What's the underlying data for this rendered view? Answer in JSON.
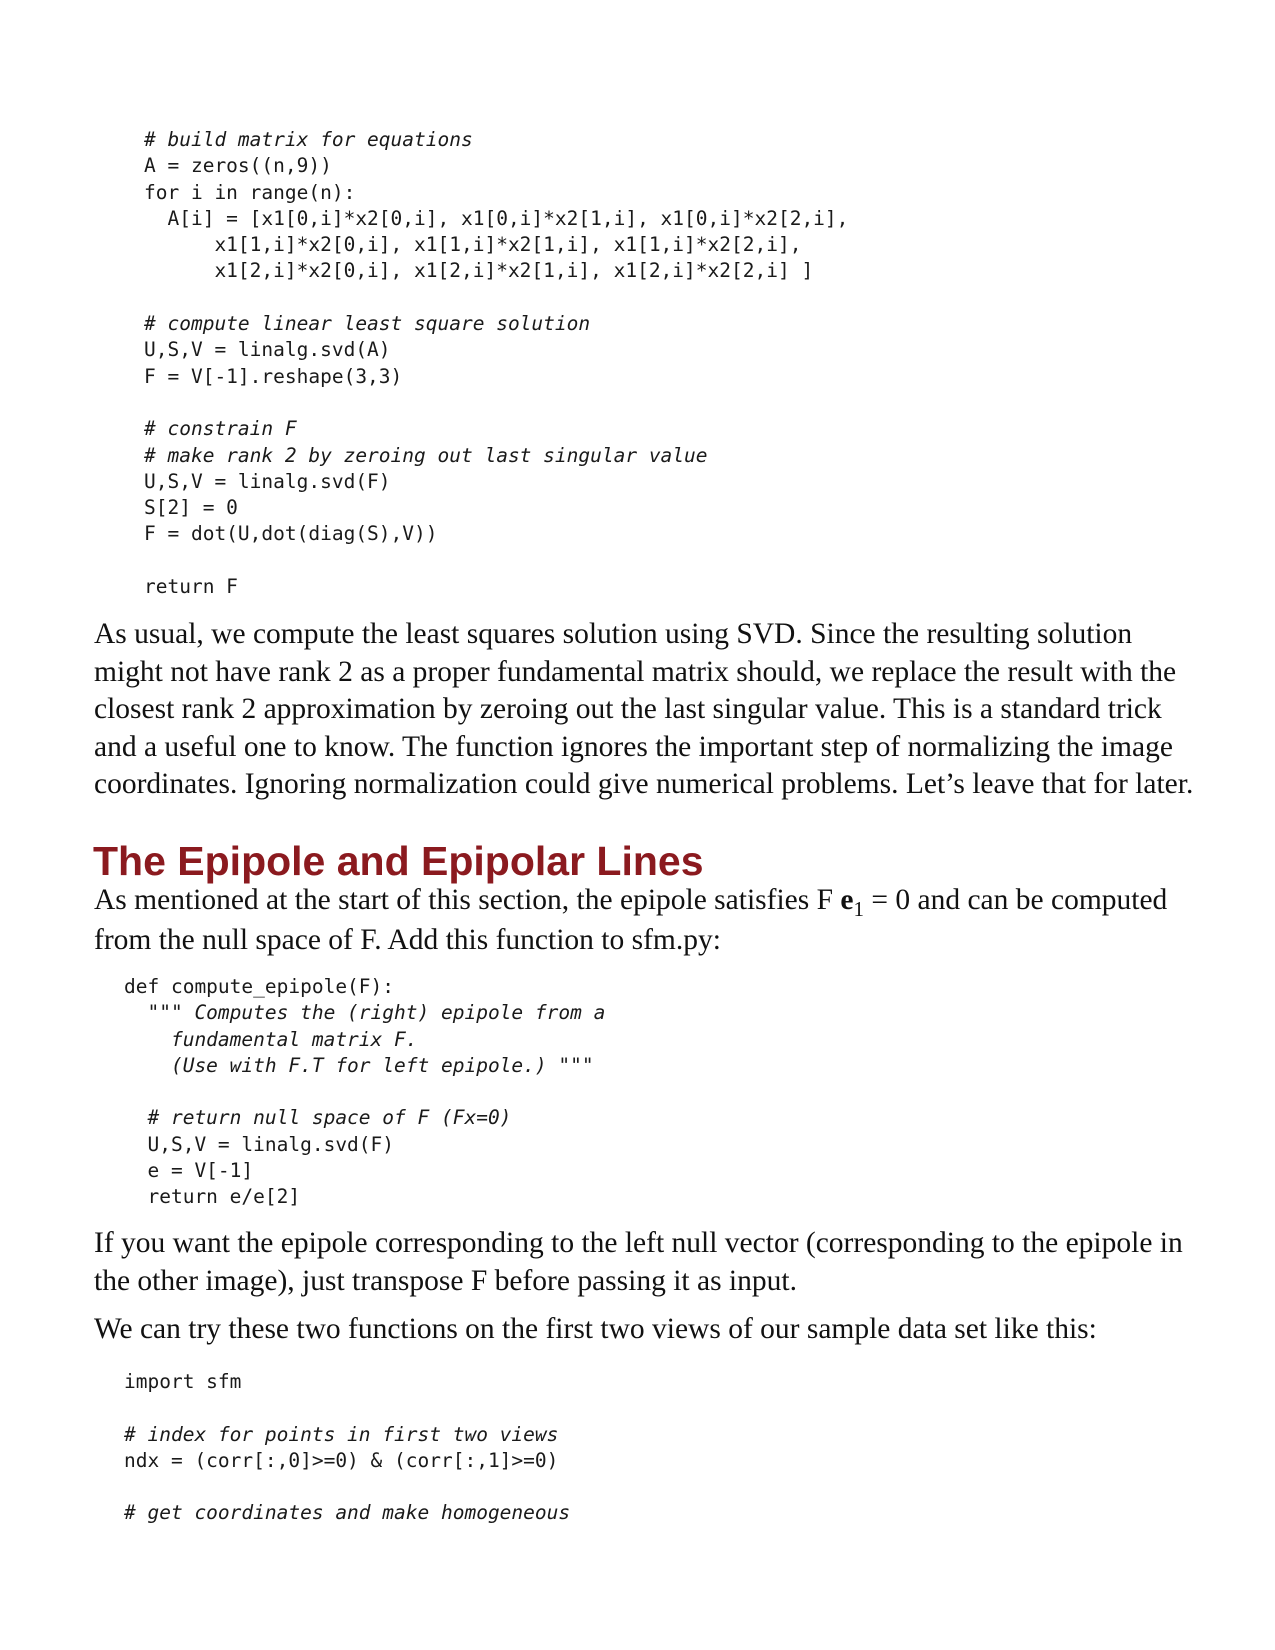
{
  "code_block_1": {
    "lines": [
      {
        "text": "# build matrix for equations",
        "comment": true
      },
      {
        "text": "A = zeros((n,9))",
        "comment": false
      },
      {
        "text": "for i in range(n):",
        "comment": false
      },
      {
        "text": "  A[i] = [x1[0,i]*x2[0,i], x1[0,i]*x2[1,i], x1[0,i]*x2[2,i],",
        "comment": false
      },
      {
        "text": "      x1[1,i]*x2[0,i], x1[1,i]*x2[1,i], x1[1,i]*x2[2,i],",
        "comment": false
      },
      {
        "text": "      x1[2,i]*x2[0,i], x1[2,i]*x2[1,i], x1[2,i]*x2[2,i] ]",
        "comment": false
      },
      {
        "text": "",
        "comment": false
      },
      {
        "text": "# compute linear least square solution",
        "comment": true
      },
      {
        "text": "U,S,V = linalg.svd(A)",
        "comment": false
      },
      {
        "text": "F = V[-1].reshape(3,3)",
        "comment": false
      },
      {
        "text": "",
        "comment": false
      },
      {
        "text": "# constrain F",
        "comment": true
      },
      {
        "text": "# make rank 2 by zeroing out last singular value",
        "comment": true
      },
      {
        "text": "U,S,V = linalg.svd(F)",
        "comment": false
      },
      {
        "text": "S[2] = 0",
        "comment": false
      },
      {
        "text": "F = dot(U,dot(diag(S),V))",
        "comment": false
      },
      {
        "text": "",
        "comment": false
      },
      {
        "text": "return F",
        "comment": false
      }
    ]
  },
  "paragraph_1": "As usual, we compute the least squares solution using SVD. Since the resulting solution might not have rank 2 as a proper fundamental matrix should, we replace the result with the closest rank 2 approximation by zeroing out the last singular value. This is a standard trick and a useful one to know. The function ignores the important step of normalizing the image coordinates. Ignoring normalization could give numerical problems. Let’s leave that for later.",
  "section_heading": "The Epipole and Epipolar Lines",
  "paragraph_2": {
    "part1": "As mentioned at the start of this section, the epipole satisfies F ",
    "math_bold": "e",
    "math_sub": "1",
    "part2": " = 0 and can be computed from the null space of F. Add this function to sfm.py:"
  },
  "code_block_2": {
    "lines": [
      {
        "text": "def compute_epipole(F):",
        "comment": false
      },
      {
        "text": "  \"\"\" Computes the (right) epipole from a",
        "comment": true
      },
      {
        "text": "    fundamental matrix F.",
        "comment": true
      },
      {
        "text": "    (Use with F.T for left epipole.) \"\"\"",
        "comment": true
      },
      {
        "text": "",
        "comment": false
      },
      {
        "text": "  # return null space of F (Fx=0)",
        "comment": true
      },
      {
        "text": "  U,S,V = linalg.svd(F)",
        "comment": false
      },
      {
        "text": "  e = V[-1]",
        "comment": false
      },
      {
        "text": "  return e/e[2]",
        "comment": false
      }
    ]
  },
  "paragraph_3": "If you want the epipole corresponding to the left null vector (corresponding to the epipole in the other image), just transpose F before passing it as input.",
  "paragraph_4": "We can try these two functions on the first two views of our sample data set like this:",
  "code_block_3": {
    "lines": [
      {
        "text": "import sfm",
        "comment": false
      },
      {
        "text": "",
        "comment": false
      },
      {
        "text": "# index for points in first two views",
        "comment": true
      },
      {
        "text": "ndx = (corr[:,0]>=0) & (corr[:,1]>=0)",
        "comment": false
      },
      {
        "text": "",
        "comment": false
      },
      {
        "text": "# get coordinates and make homogeneous",
        "comment": true
      }
    ]
  }
}
